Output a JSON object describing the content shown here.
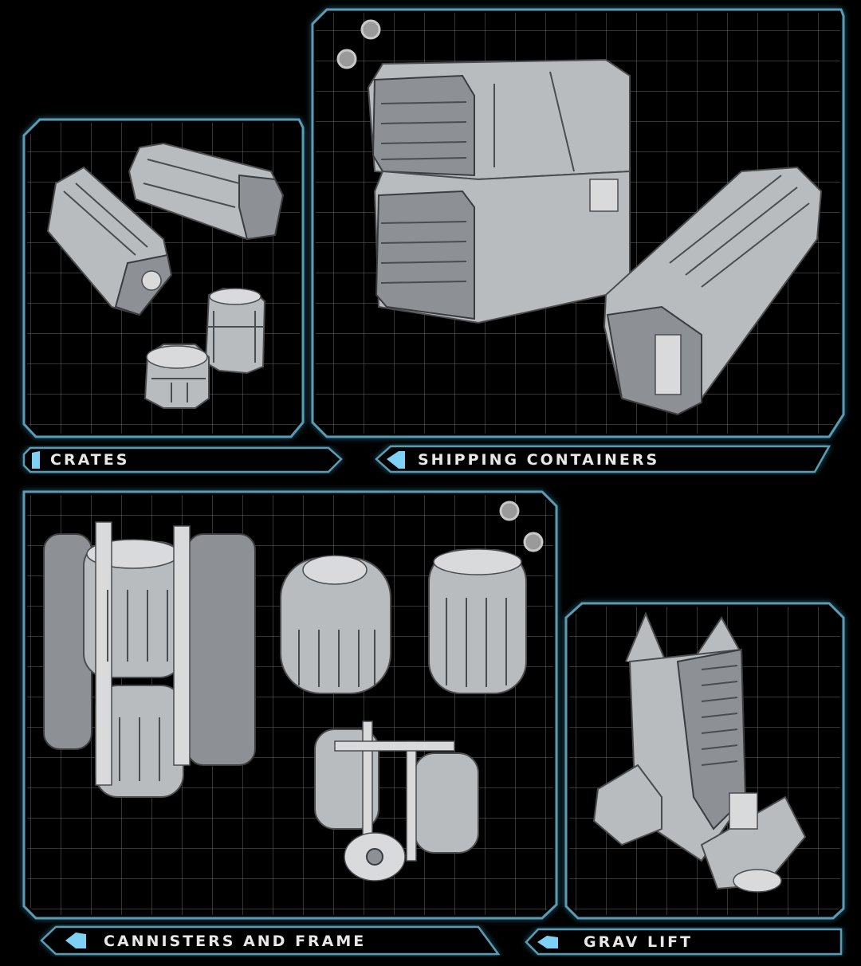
{
  "panels": [
    {
      "id": "crates",
      "label": "CRATES"
    },
    {
      "id": "shipping",
      "label": "SHIPPING CONTAINERS"
    },
    {
      "id": "cannisters",
      "label": "CANNISTERS AND FRAME"
    },
    {
      "id": "grav",
      "label": "GRAV LIFT"
    }
  ],
  "colors": {
    "accent": "#7fd0f5",
    "border": "#5a9cb4",
    "grid": "#6a6a6a",
    "background": "#000000"
  }
}
